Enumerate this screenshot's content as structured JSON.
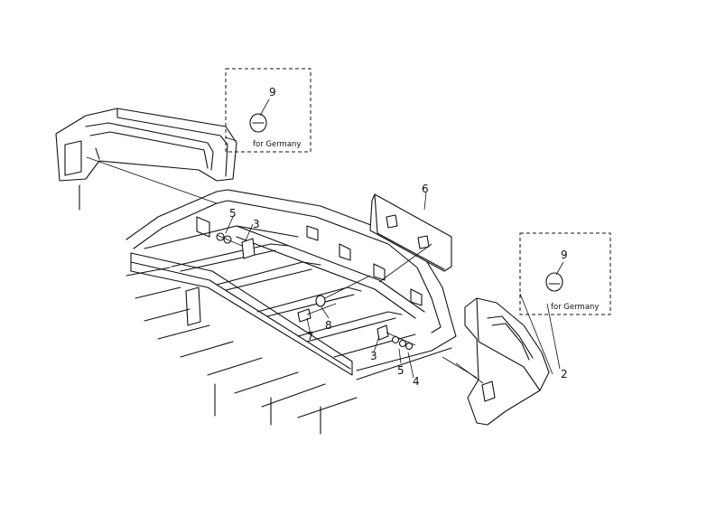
{
  "callouts": {
    "c2": "2",
    "c3_upper": "3",
    "c3_lower": "3",
    "c4_lower": "4",
    "c5_upper": "5",
    "c5_lower": "5",
    "c6": "6",
    "c7": "7",
    "c8": "8",
    "c9_upper": "9",
    "c9_lower": "9"
  },
  "notes": {
    "upper_box": "for Germany",
    "lower_box": "for Germany"
  },
  "colors": {
    "line": "#111111",
    "background": "#ffffff"
  }
}
